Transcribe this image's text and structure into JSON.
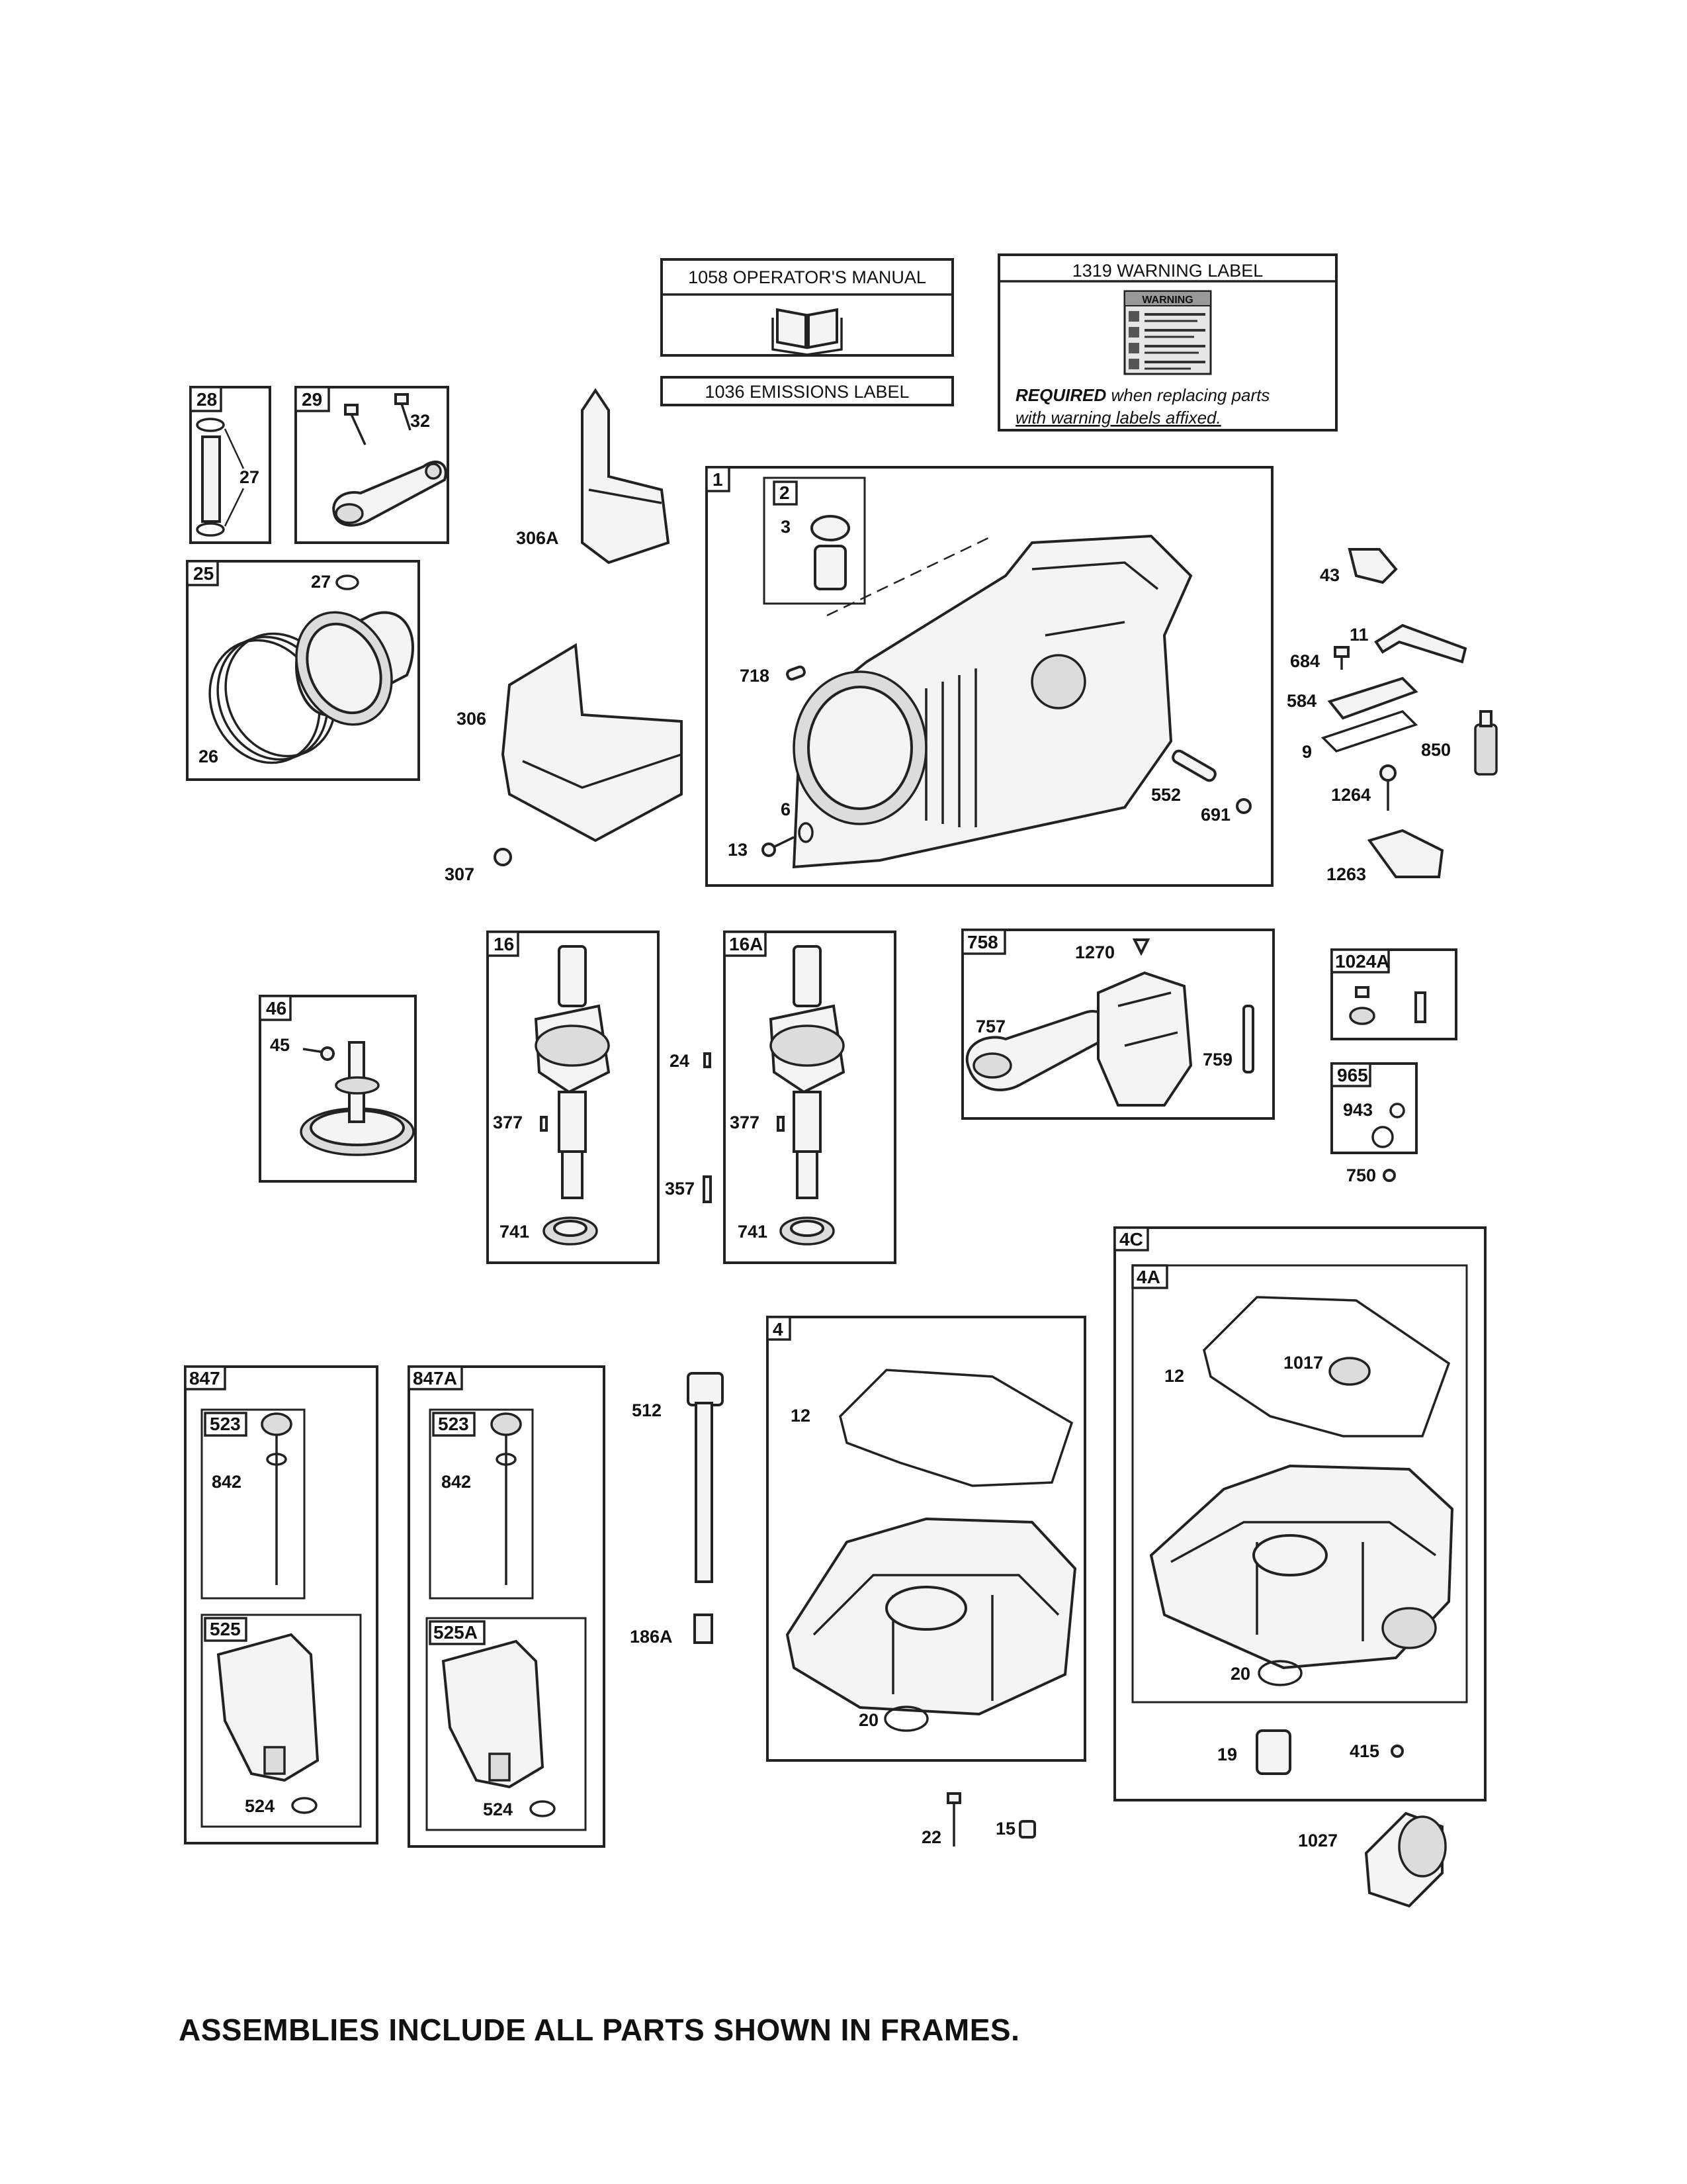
{
  "labels": {
    "operators_manual": "1058 OPERATOR'S MANUAL",
    "emissions_label": "1036 EMISSIONS LABEL",
    "warning_label": "1319 WARNING LABEL",
    "warning_word": "WARNING",
    "required_bold": "REQUIRED",
    "required_rest": " when replacing parts",
    "required_line2": "with warning labels affixed."
  },
  "frame_tags": [
    "28",
    "29",
    "25",
    "1",
    "2",
    "16",
    "16A",
    "758",
    "1024A",
    "965",
    "46",
    "4C",
    "4A",
    "4",
    "847",
    "523",
    "525",
    "847A",
    "523",
    "525A"
  ],
  "part_numbers": [
    "27",
    "32",
    "27",
    "26",
    "306A",
    "306",
    "307",
    "3",
    "718",
    "6",
    "13",
    "552",
    "691",
    "43",
    "11",
    "684",
    "584",
    "9",
    "850",
    "1264",
    "1263",
    "1270",
    "757",
    "759",
    "943",
    "750",
    "45",
    "24",
    "377",
    "357",
    "741",
    "377",
    "741",
    "12",
    "1017",
    "20",
    "19",
    "415",
    "512",
    "186A",
    "12",
    "20",
    "22",
    "15",
    "1027",
    "842",
    "842",
    "524",
    "524"
  ],
  "footer": "ASSEMBLIES INCLUDE ALL PARTS SHOWN IN FRAMES."
}
